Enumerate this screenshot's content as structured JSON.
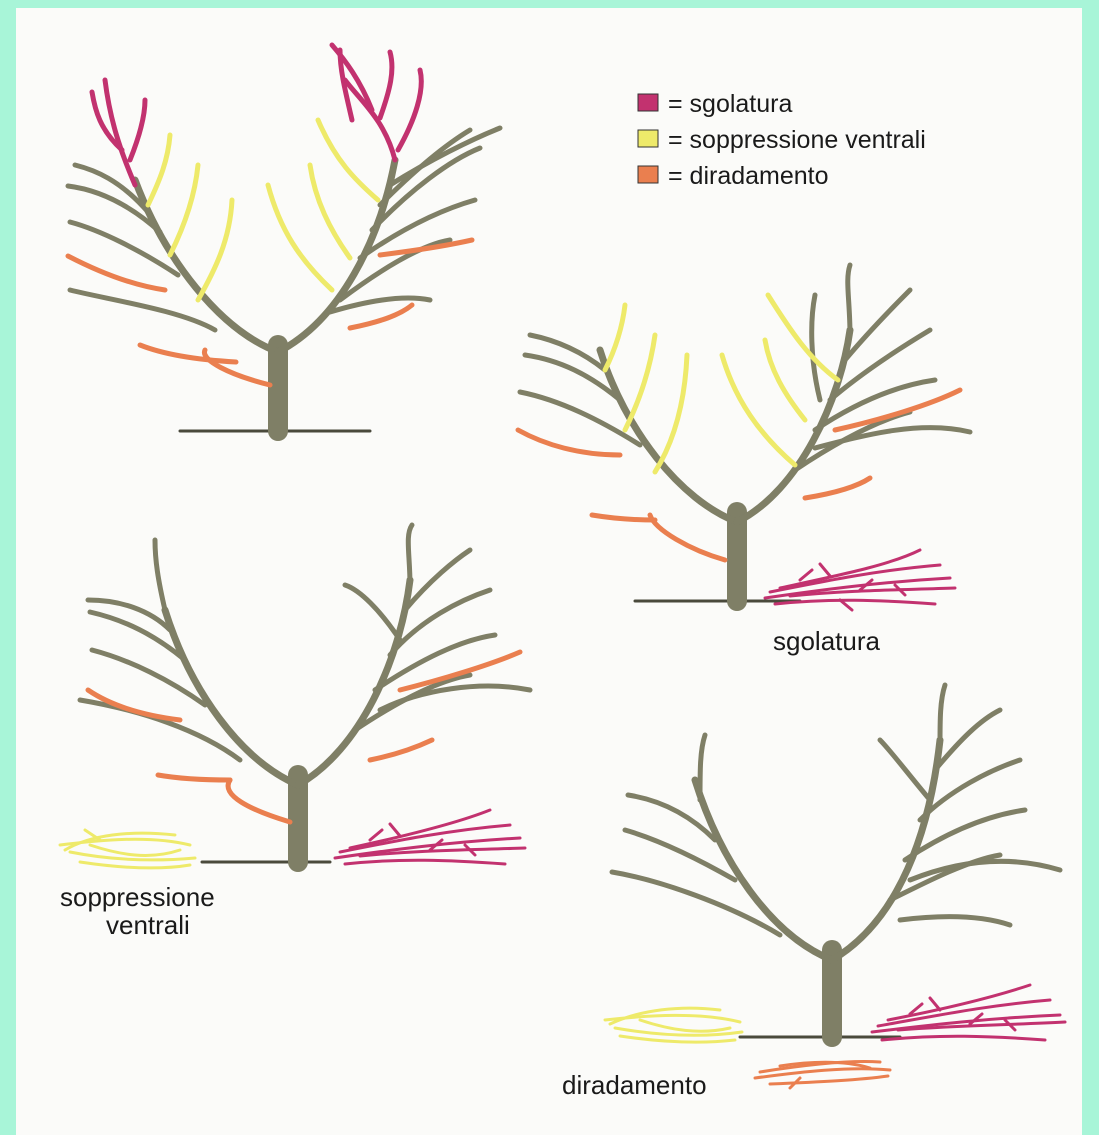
{
  "legend": {
    "items": [
      {
        "text": "= sgolatura",
        "color": "#c2326f"
      },
      {
        "text": "= soppressione ventrali",
        "color": "#eeea6a"
      },
      {
        "text": "= diradamento",
        "color": "#ea7f4f"
      }
    ]
  },
  "labels": {
    "sgolatura": "sgolatura",
    "soppressione_line1": "soppressione",
    "soppressione_line2": "ventrali",
    "diradamento": "diradamento"
  },
  "colors": {
    "trunk": "#7f7f66",
    "sgolatura": "#c2326f",
    "soppressione": "#eeea6a",
    "diradamento": "#ea7f4f",
    "background": "#a8f5d8"
  }
}
